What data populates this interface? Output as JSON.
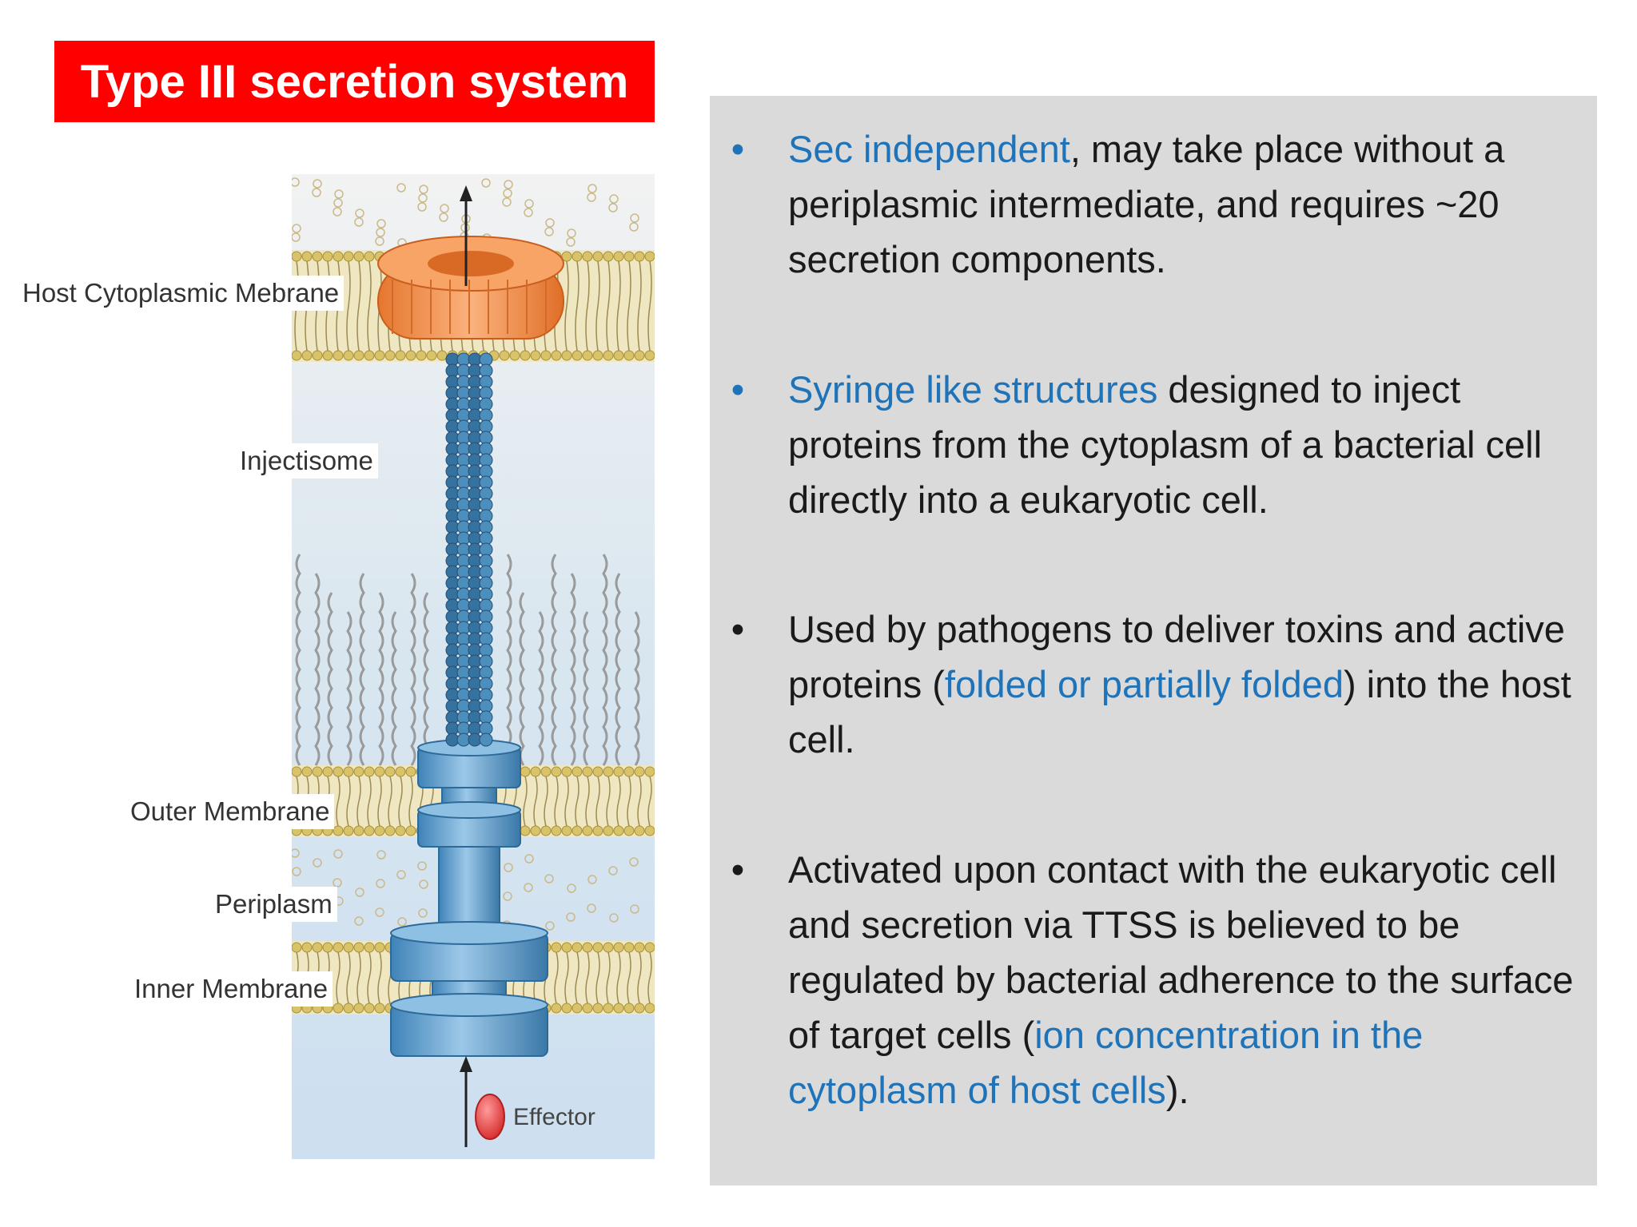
{
  "title": "Type III secretion system",
  "diagram": {
    "labels": {
      "host_membrane": "Host Cytoplasmic Mebrane",
      "injectisome": "Injectisome",
      "outer_membrane": "Outer Membrane",
      "periplasm": "Periplasm",
      "inner_membrane": "Inner Membrane",
      "effector": "Effector"
    },
    "colors": {
      "pore": "#f59a52",
      "needle": "#3d7fa8",
      "base": "#6aaad6",
      "effector": "#e63c3c",
      "membrane": "#d9c98e",
      "background_blue": "#cfe0ee"
    }
  },
  "bullets": [
    {
      "segments": [
        {
          "text": "Sec independent",
          "highlight": true
        },
        {
          "text": ", may take place without a periplasmic intermediate, and requires ~20 secretion components.",
          "highlight": false
        }
      ],
      "dot_color": "blue"
    },
    {
      "segments": [
        {
          "text": "Syringe like structures",
          "highlight": true
        },
        {
          "text": " designed to inject proteins from the cytoplasm of a bacterial cell directly into a eukaryotic cell.",
          "highlight": false
        }
      ],
      "dot_color": "blue"
    },
    {
      "segments": [
        {
          "text": "Used by pathogens to deliver toxins and active proteins (",
          "highlight": false
        },
        {
          "text": "folded or partially folded",
          "highlight": true
        },
        {
          "text": ") into the host cell.",
          "highlight": false
        }
      ],
      "dot_color": "black"
    },
    {
      "segments": [
        {
          "text": "Activated upon contact with the eukaryotic cell and secretion via TTSS is believed to be regulated by bacterial adherence to the surface of target cells (",
          "highlight": false
        },
        {
          "text": "ion concentration in the cytoplasm of host cells",
          "highlight": true
        },
        {
          "text": ").",
          "highlight": false
        }
      ],
      "dot_color": "black"
    }
  ],
  "accent_colors": {
    "title_bg": "#ff0000",
    "highlight": "#1f73b9",
    "panel_bg": "#dadada"
  }
}
